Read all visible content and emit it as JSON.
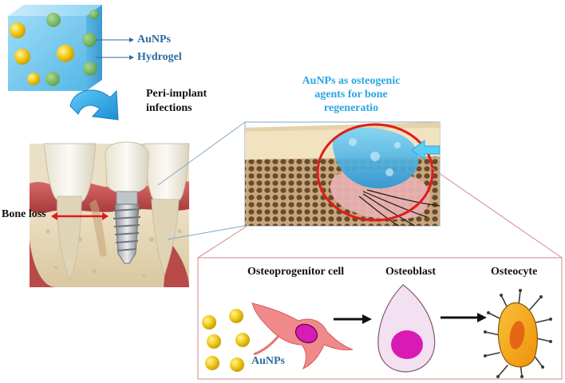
{
  "cube": {
    "label_particles": "AuNPs",
    "label_matrix": "Hydrogel"
  },
  "process": {
    "infection_label_line1": "Peri-implant",
    "infection_label_line2": "infections"
  },
  "tooth": {
    "bone_loss_label": "Bone loss"
  },
  "scaffold": {
    "title_line1": "AuNPs as osteogenic",
    "title_line2": "agents for bone",
    "title_line3": "regeneratio"
  },
  "differentiation": {
    "stage1": "Osteoprogenitor cell",
    "stage2": "Osteoblast",
    "stage3": "Osteocyte",
    "particles_label": "AuNPs"
  },
  "colors": {
    "gold": "#e8c21a",
    "hydrogel_blue": "#6fc6ee",
    "accent_red": "#e01b1b",
    "title_cyan": "#2aa6e0",
    "label_blue": "#2c6aa0",
    "cell_pink": "#f08a8a",
    "nucleus_magenta": "#d81bb4",
    "osteocyte_orange": "#f5a20f"
  }
}
